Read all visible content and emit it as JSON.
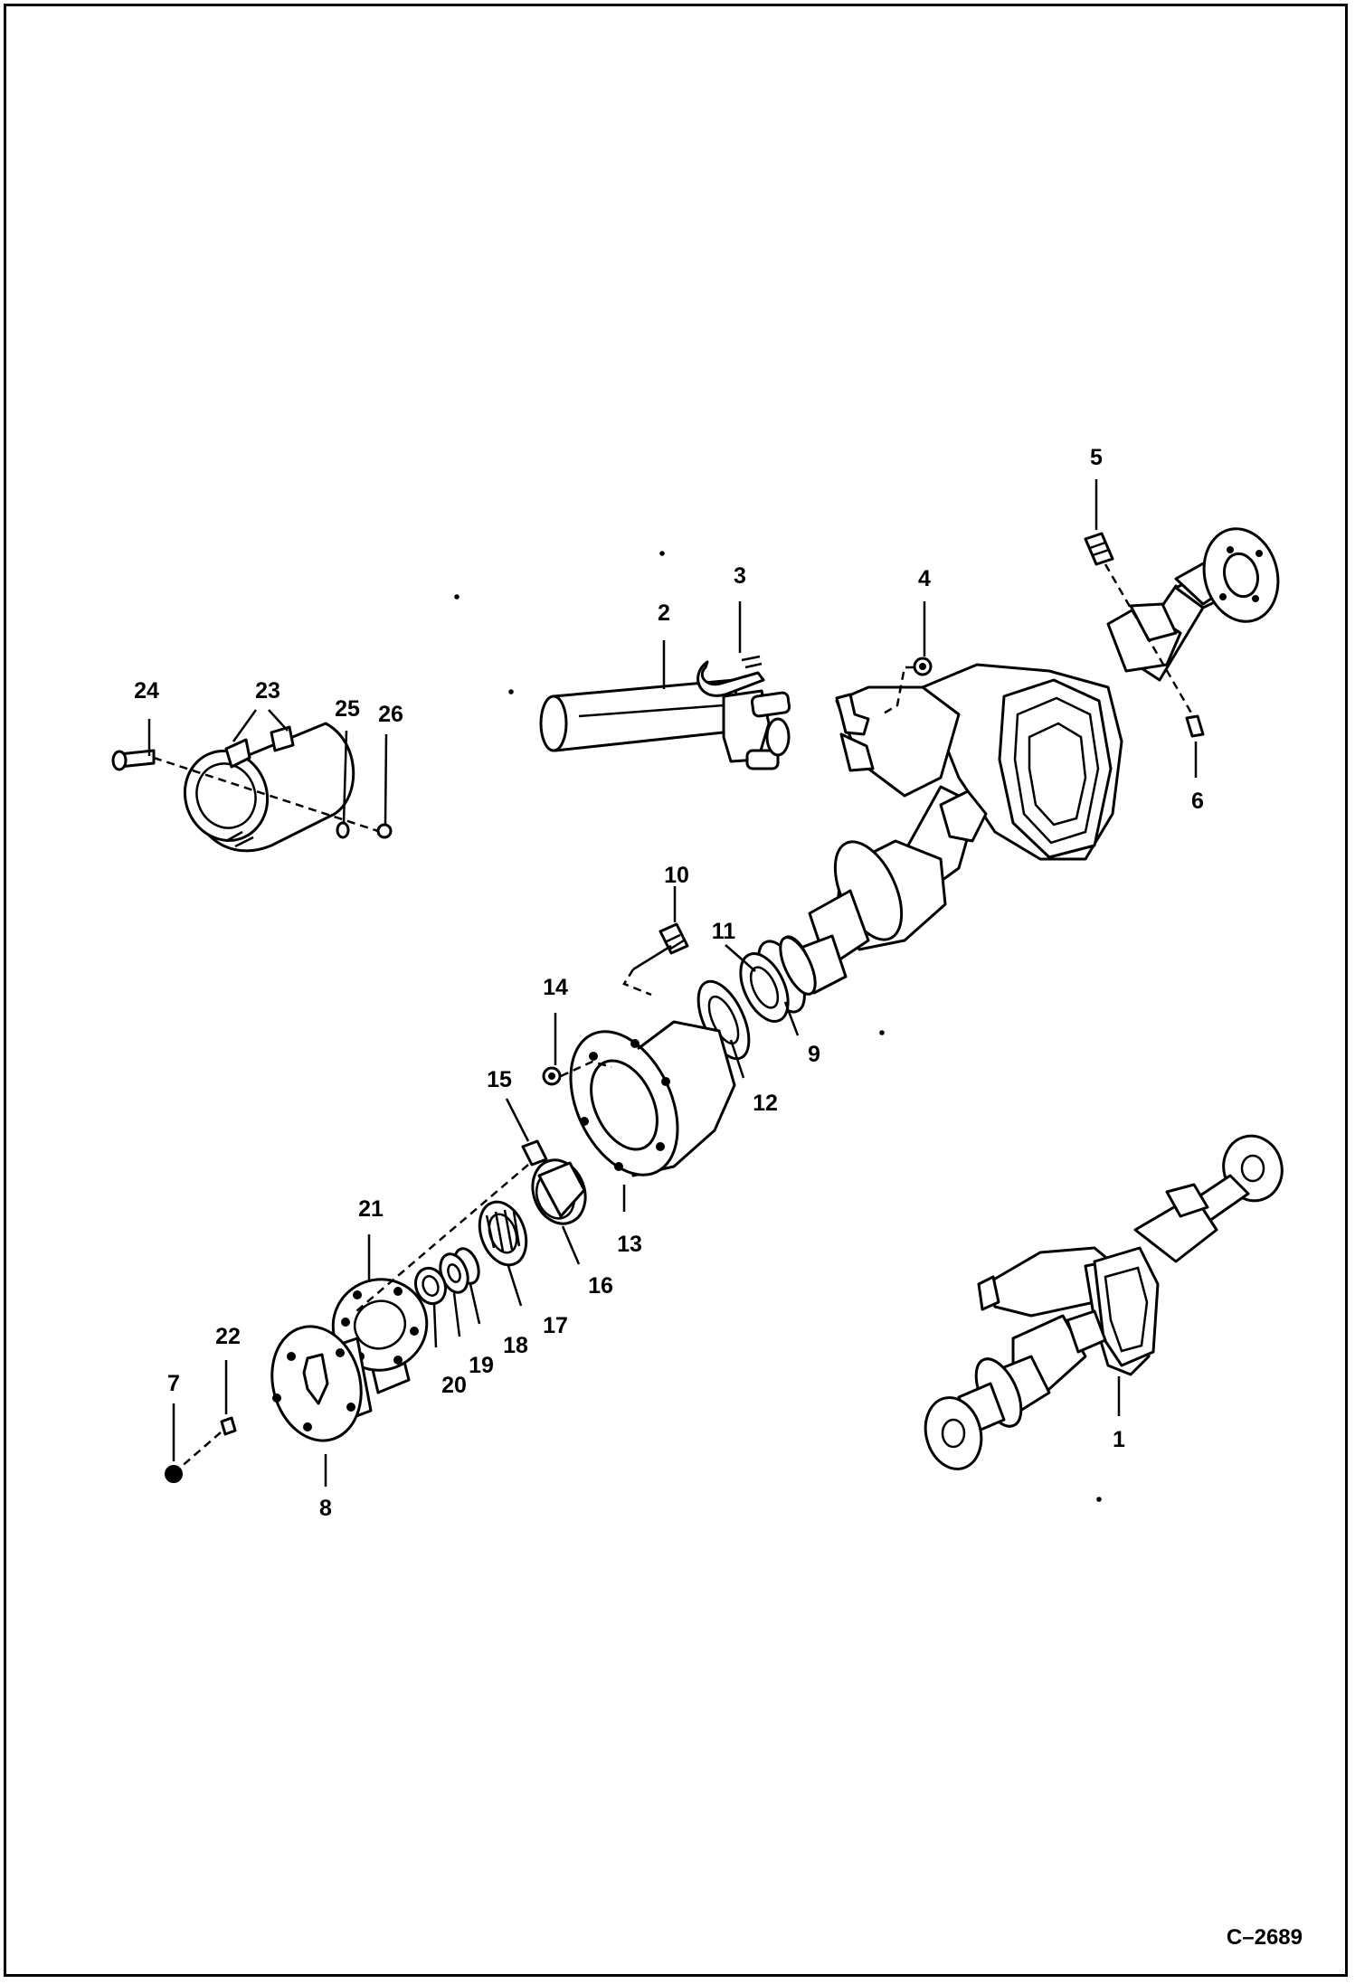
{
  "figure": {
    "code": "C–2689",
    "callouts": [
      {
        "id": "1",
        "text": "1"
      },
      {
        "id": "2",
        "text": "2"
      },
      {
        "id": "3",
        "text": "3"
      },
      {
        "id": "4",
        "text": "4"
      },
      {
        "id": "5",
        "text": "5"
      },
      {
        "id": "6",
        "text": "6"
      },
      {
        "id": "7",
        "text": "7"
      },
      {
        "id": "8",
        "text": "8"
      },
      {
        "id": "9",
        "text": "9"
      },
      {
        "id": "10",
        "text": "10"
      },
      {
        "id": "11",
        "text": "11"
      },
      {
        "id": "12",
        "text": "12"
      },
      {
        "id": "13",
        "text": "13"
      },
      {
        "id": "14",
        "text": "14"
      },
      {
        "id": "15",
        "text": "15"
      },
      {
        "id": "16",
        "text": "16"
      },
      {
        "id": "17",
        "text": "17"
      },
      {
        "id": "18",
        "text": "18"
      },
      {
        "id": "19",
        "text": "19"
      },
      {
        "id": "20",
        "text": "20"
      },
      {
        "id": "21",
        "text": "21"
      },
      {
        "id": "22",
        "text": "22"
      },
      {
        "id": "23",
        "text": "23"
      },
      {
        "id": "24",
        "text": "24"
      },
      {
        "id": "25",
        "text": "25"
      },
      {
        "id": "26",
        "text": "26"
      }
    ]
  }
}
